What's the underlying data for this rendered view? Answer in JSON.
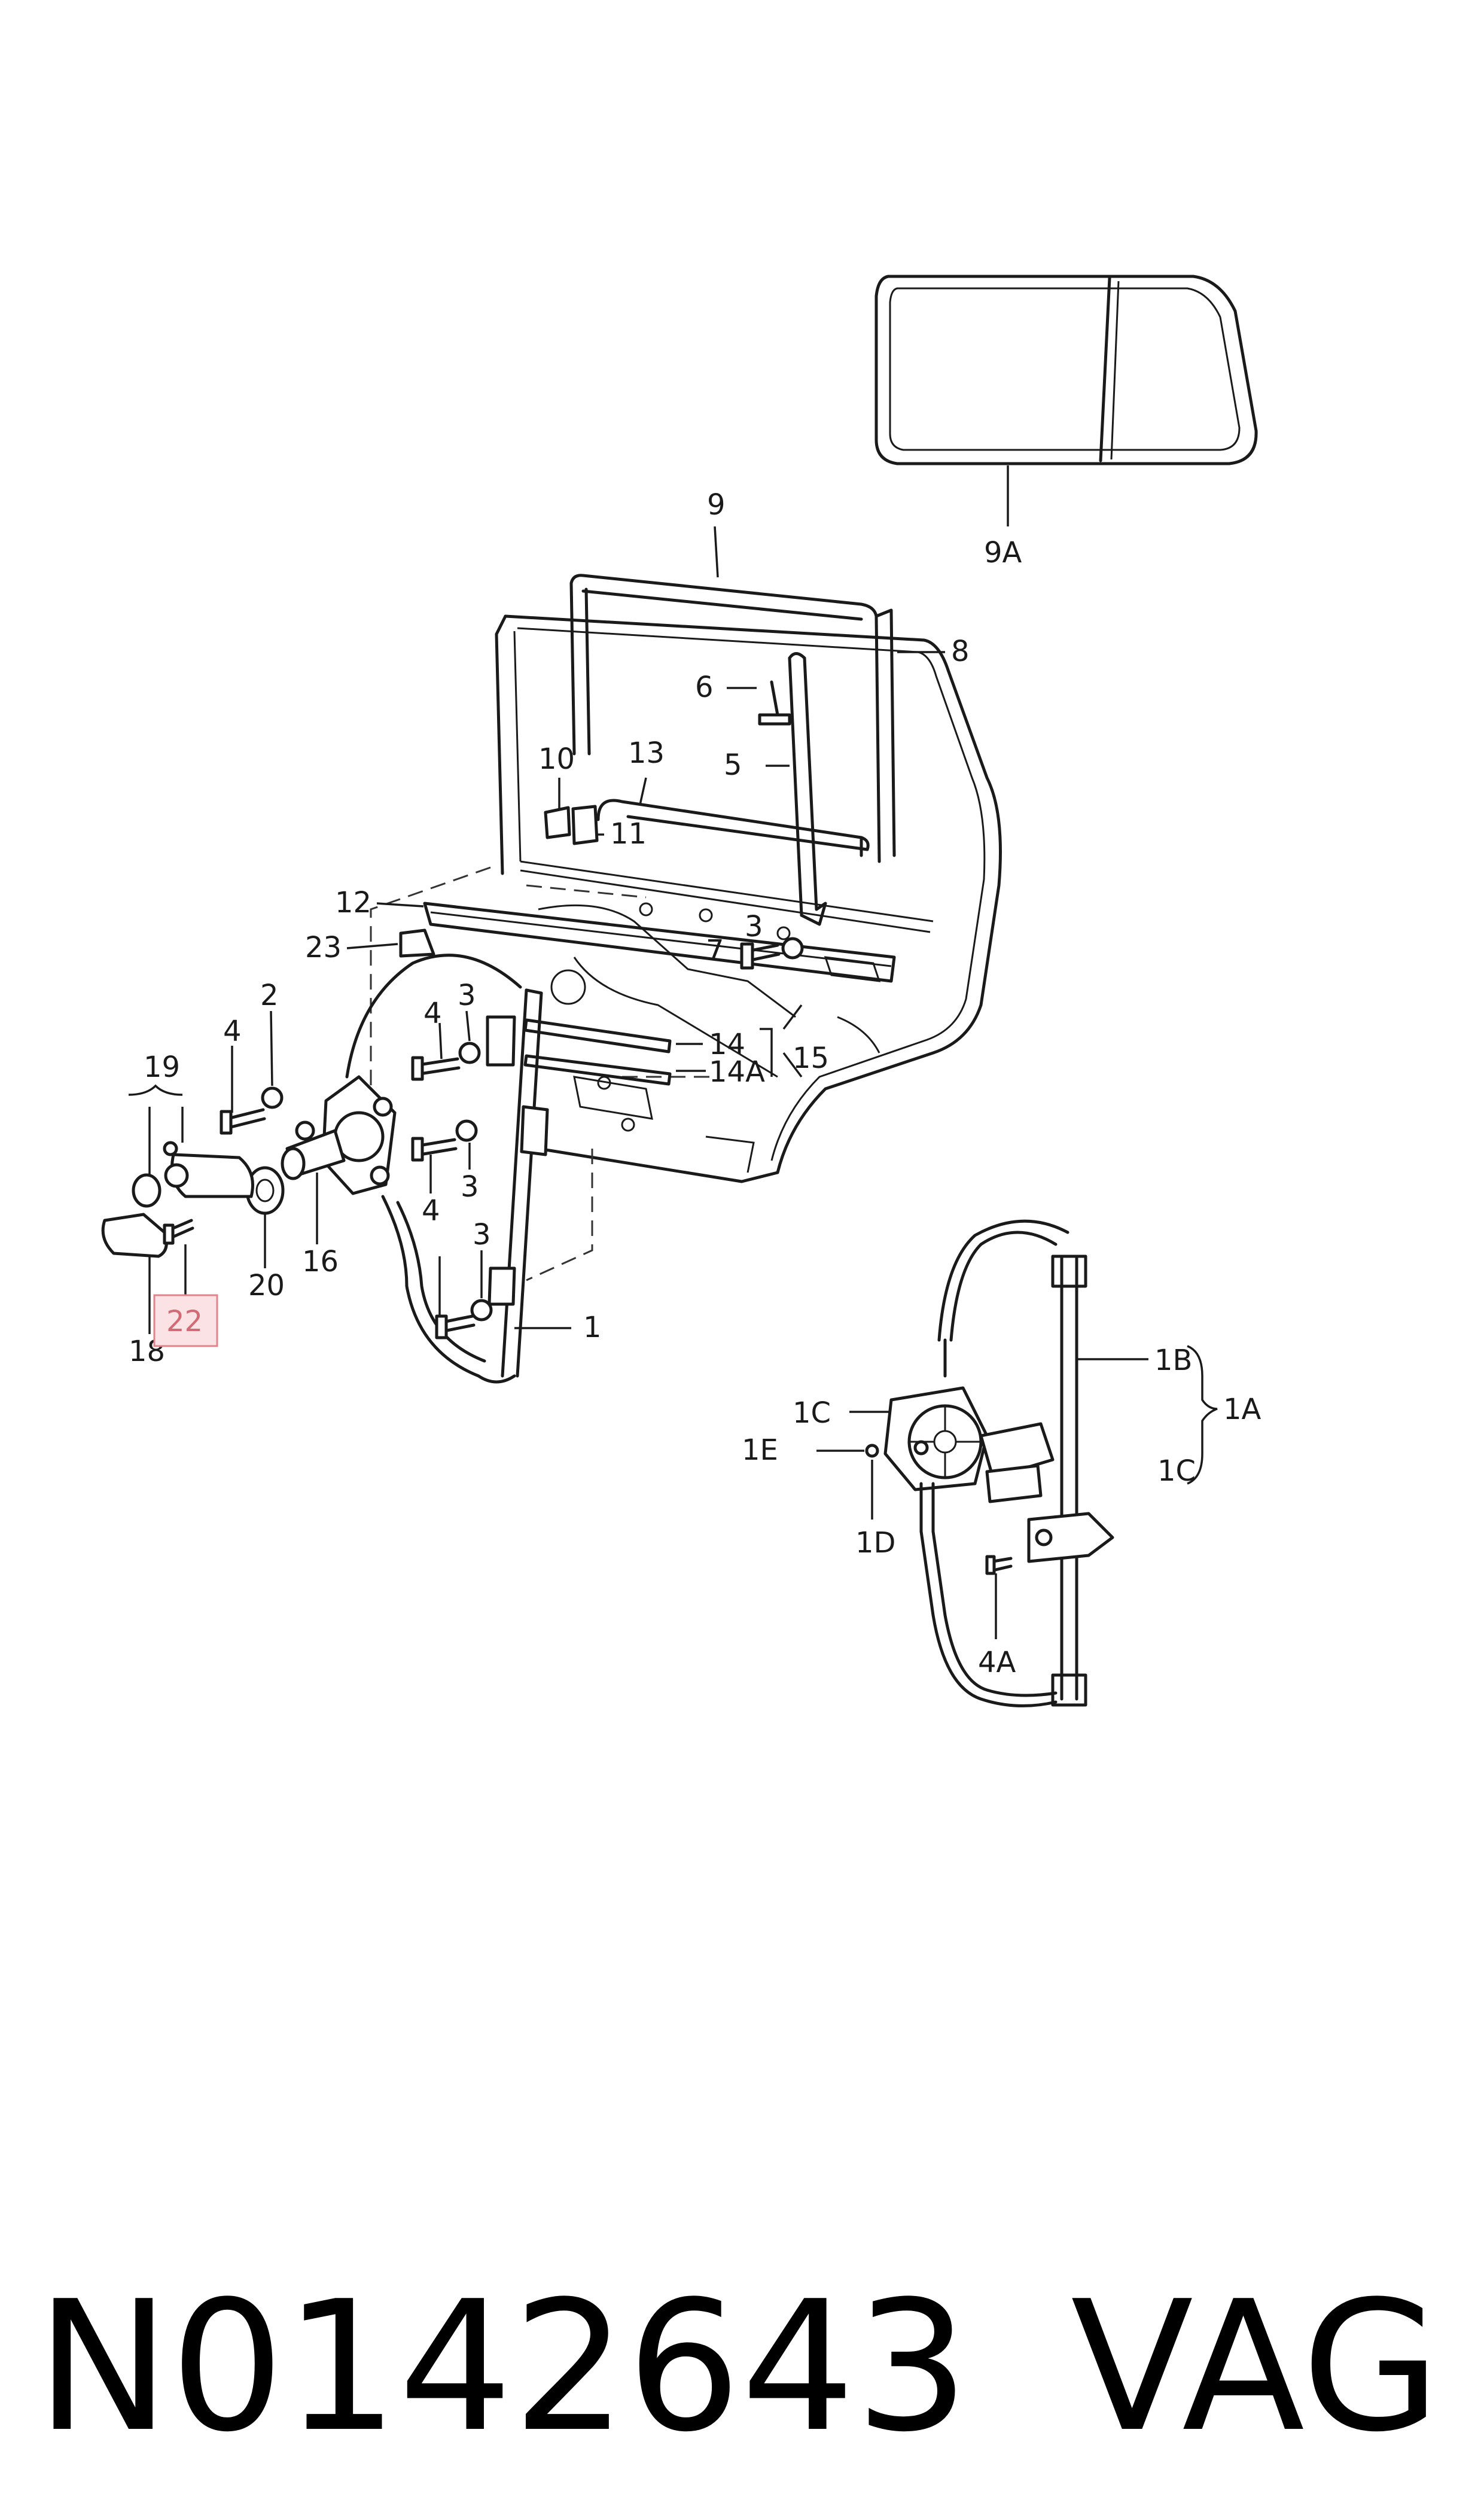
{
  "highlighted_callout": "22",
  "footer": {
    "part_number": "N0142643",
    "brand": "VAG"
  },
  "callouts": [
    "9A",
    "9",
    "8",
    "6",
    "5",
    "13",
    "10",
    "11",
    "12",
    "23",
    "3",
    "7",
    "2",
    "4",
    "3",
    "14",
    "14A",
    "15",
    "19",
    "4",
    "3",
    "4",
    "3",
    "18",
    "20",
    "16",
    "1",
    "1B",
    "1A",
    "1C",
    "1E",
    "1C",
    "1D",
    "4A"
  ]
}
